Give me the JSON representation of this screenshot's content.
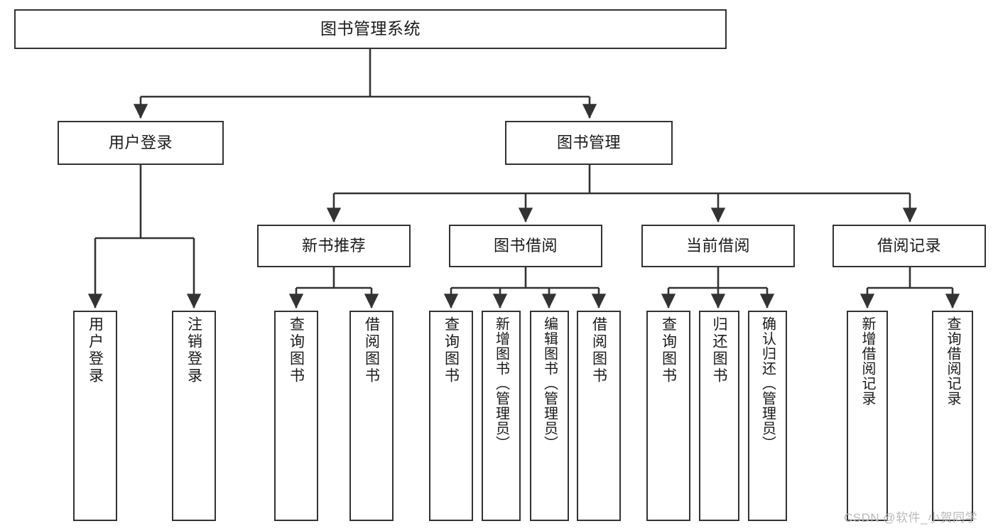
{
  "diagram": {
    "title": "图书管理系统",
    "type": "tree-hierarchy-diagram",
    "watermark": "CSDN @软件_小贺同学",
    "colors": {
      "box_border": "#333333",
      "box_fill": "#ffffff",
      "connector": "#333333",
      "text": "#1a1a1a",
      "watermark": "#b9b9b9",
      "canvas": "#ffffff"
    },
    "levels": {
      "root": "图书管理系统",
      "level2": [
        "用户登录",
        "图书管理"
      ],
      "level3": [
        "新书推荐",
        "图书借阅",
        "当前借阅",
        "借阅记录"
      ]
    },
    "nodes": {
      "root": {
        "label": "图书管理系统"
      },
      "user_login": {
        "label": "用户登录"
      },
      "book_manage": {
        "label": "图书管理"
      },
      "new_book_rec": {
        "label": "新书推荐"
      },
      "book_borrow": {
        "label": "图书借阅"
      },
      "current_borrow": {
        "label": "当前借阅"
      },
      "borrow_record": {
        "label": "借阅记录"
      }
    },
    "leaves": {
      "user_login": [
        {
          "label": "用户登录"
        },
        {
          "label": "注销登录"
        }
      ],
      "new_book_rec": [
        {
          "label": "查询图书"
        },
        {
          "label": "借阅图书"
        }
      ],
      "book_borrow": [
        {
          "label": "查询图书"
        },
        {
          "label": "新增图书（管理员）"
        },
        {
          "label": "编辑图书（管理员）"
        },
        {
          "label": "借阅图书"
        }
      ],
      "current_borrow": [
        {
          "label": "查询图书"
        },
        {
          "label": "归还图书"
        },
        {
          "label": "确认归还（管理员）"
        }
      ],
      "borrow_record": [
        {
          "label": "新增借阅记录"
        },
        {
          "label": "查询借阅记录"
        }
      ]
    }
  }
}
